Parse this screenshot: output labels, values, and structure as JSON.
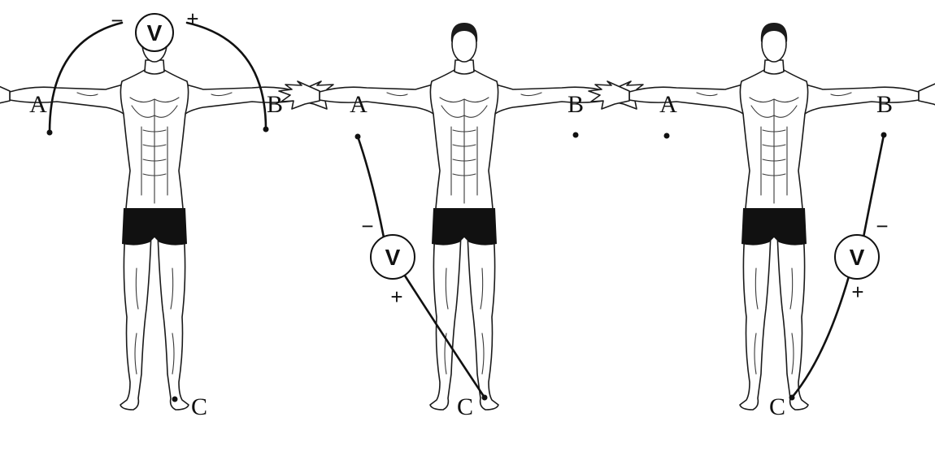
{
  "colors": {
    "ink": "#111111",
    "skin_fill": "#ffffff",
    "shorts": "#111111"
  },
  "panels": [
    {
      "labels": {
        "a": "A",
        "b": "B",
        "c": "C"
      },
      "meter": {
        "symbol": "V",
        "minus": "−",
        "plus": "+"
      },
      "connection": "A-B"
    },
    {
      "labels": {
        "a": "A",
        "b": "B",
        "c": "C"
      },
      "meter": {
        "symbol": "V",
        "minus": "−",
        "plus": "+"
      },
      "connection": "A-C"
    },
    {
      "labels": {
        "a": "A",
        "b": "B",
        "c": "C"
      },
      "meter": {
        "symbol": "V",
        "minus": "−",
        "plus": "+"
      },
      "connection": "B-C"
    }
  ]
}
